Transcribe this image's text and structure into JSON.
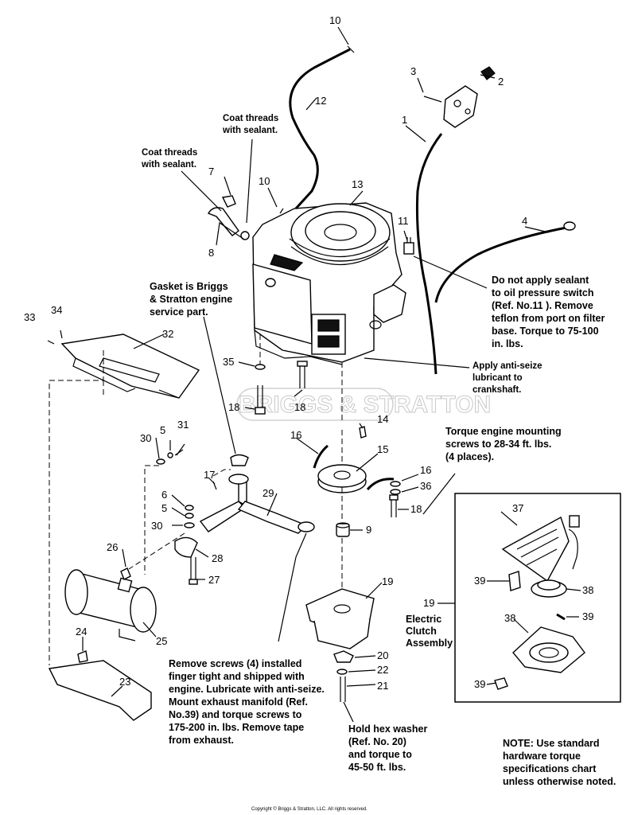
{
  "parts": {
    "p1": "1",
    "p2": "2",
    "p3": "3",
    "p4": "4",
    "p5a": "5",
    "p5b": "5",
    "p6": "6",
    "p7": "7",
    "p8": "8",
    "p9": "9",
    "p10a": "10",
    "p10b": "10",
    "p11": "11",
    "p12": "12",
    "p13": "13",
    "p14": "14",
    "p15": "15",
    "p16a": "16",
    "p16b": "16",
    "p17": "17",
    "p18a": "18",
    "p18b": "18",
    "p18c": "18",
    "p19a": "19",
    "p19b": "19",
    "p20": "20",
    "p21": "21",
    "p22": "22",
    "p23": "23",
    "p24": "24",
    "p25": "25",
    "p26": "26",
    "p27": "27",
    "p28": "28",
    "p29": "29",
    "p30a": "30",
    "p30b": "30",
    "p31": "31",
    "p32": "32",
    "p33": "33",
    "p34": "34",
    "p35": "35",
    "p36": "36",
    "p37": "37",
    "p38a": "38",
    "p38b": "38",
    "p39a": "39",
    "p39b": "39",
    "p39c": "39"
  },
  "notes": {
    "coat1": [
      "Coat threads",
      "with sealant."
    ],
    "coat2": [
      "Coat threads",
      "with sealant."
    ],
    "gasket": [
      "Gasket is Briggs",
      "& Stratton engine",
      "service part."
    ],
    "oil_switch": [
      "Do not apply sealant",
      "to oil pressure switch",
      "(Ref. No.11 ).  Remove",
      "teflon from port on filter",
      "base.  Torque to 75-100",
      "in. lbs."
    ],
    "antiseize": [
      "Apply anti-seize",
      "lubricant to",
      "crankshaft."
    ],
    "torque_mount": [
      "Torque engine mounting",
      "screws to 28-34 ft. lbs.",
      "(4 places)."
    ],
    "clutch": [
      "Electric",
      "Clutch",
      "Assembly"
    ],
    "remove_screws": [
      "Remove screws (4) installed",
      "finger tight and shipped with",
      "engine.  Lubricate with anti-seize.",
      "Mount exhaust manifold (Ref.",
      "No.39) and torque screws to",
      "175-200 in. lbs.  Remove tape",
      "from exhaust."
    ],
    "hex_washer": [
      "Hold hex washer",
      "(Ref. No. 20)",
      "and torque to",
      "45-50  ft. lbs."
    ],
    "standard_note": [
      "NOTE:  Use standard",
      "hardware torque",
      "specifications chart",
      "unless otherwise noted."
    ]
  },
  "watermark": "BRIGGS & STRATTON",
  "copyright": "Copyright © Briggs & Stratton, LLC. All rights reserved."
}
